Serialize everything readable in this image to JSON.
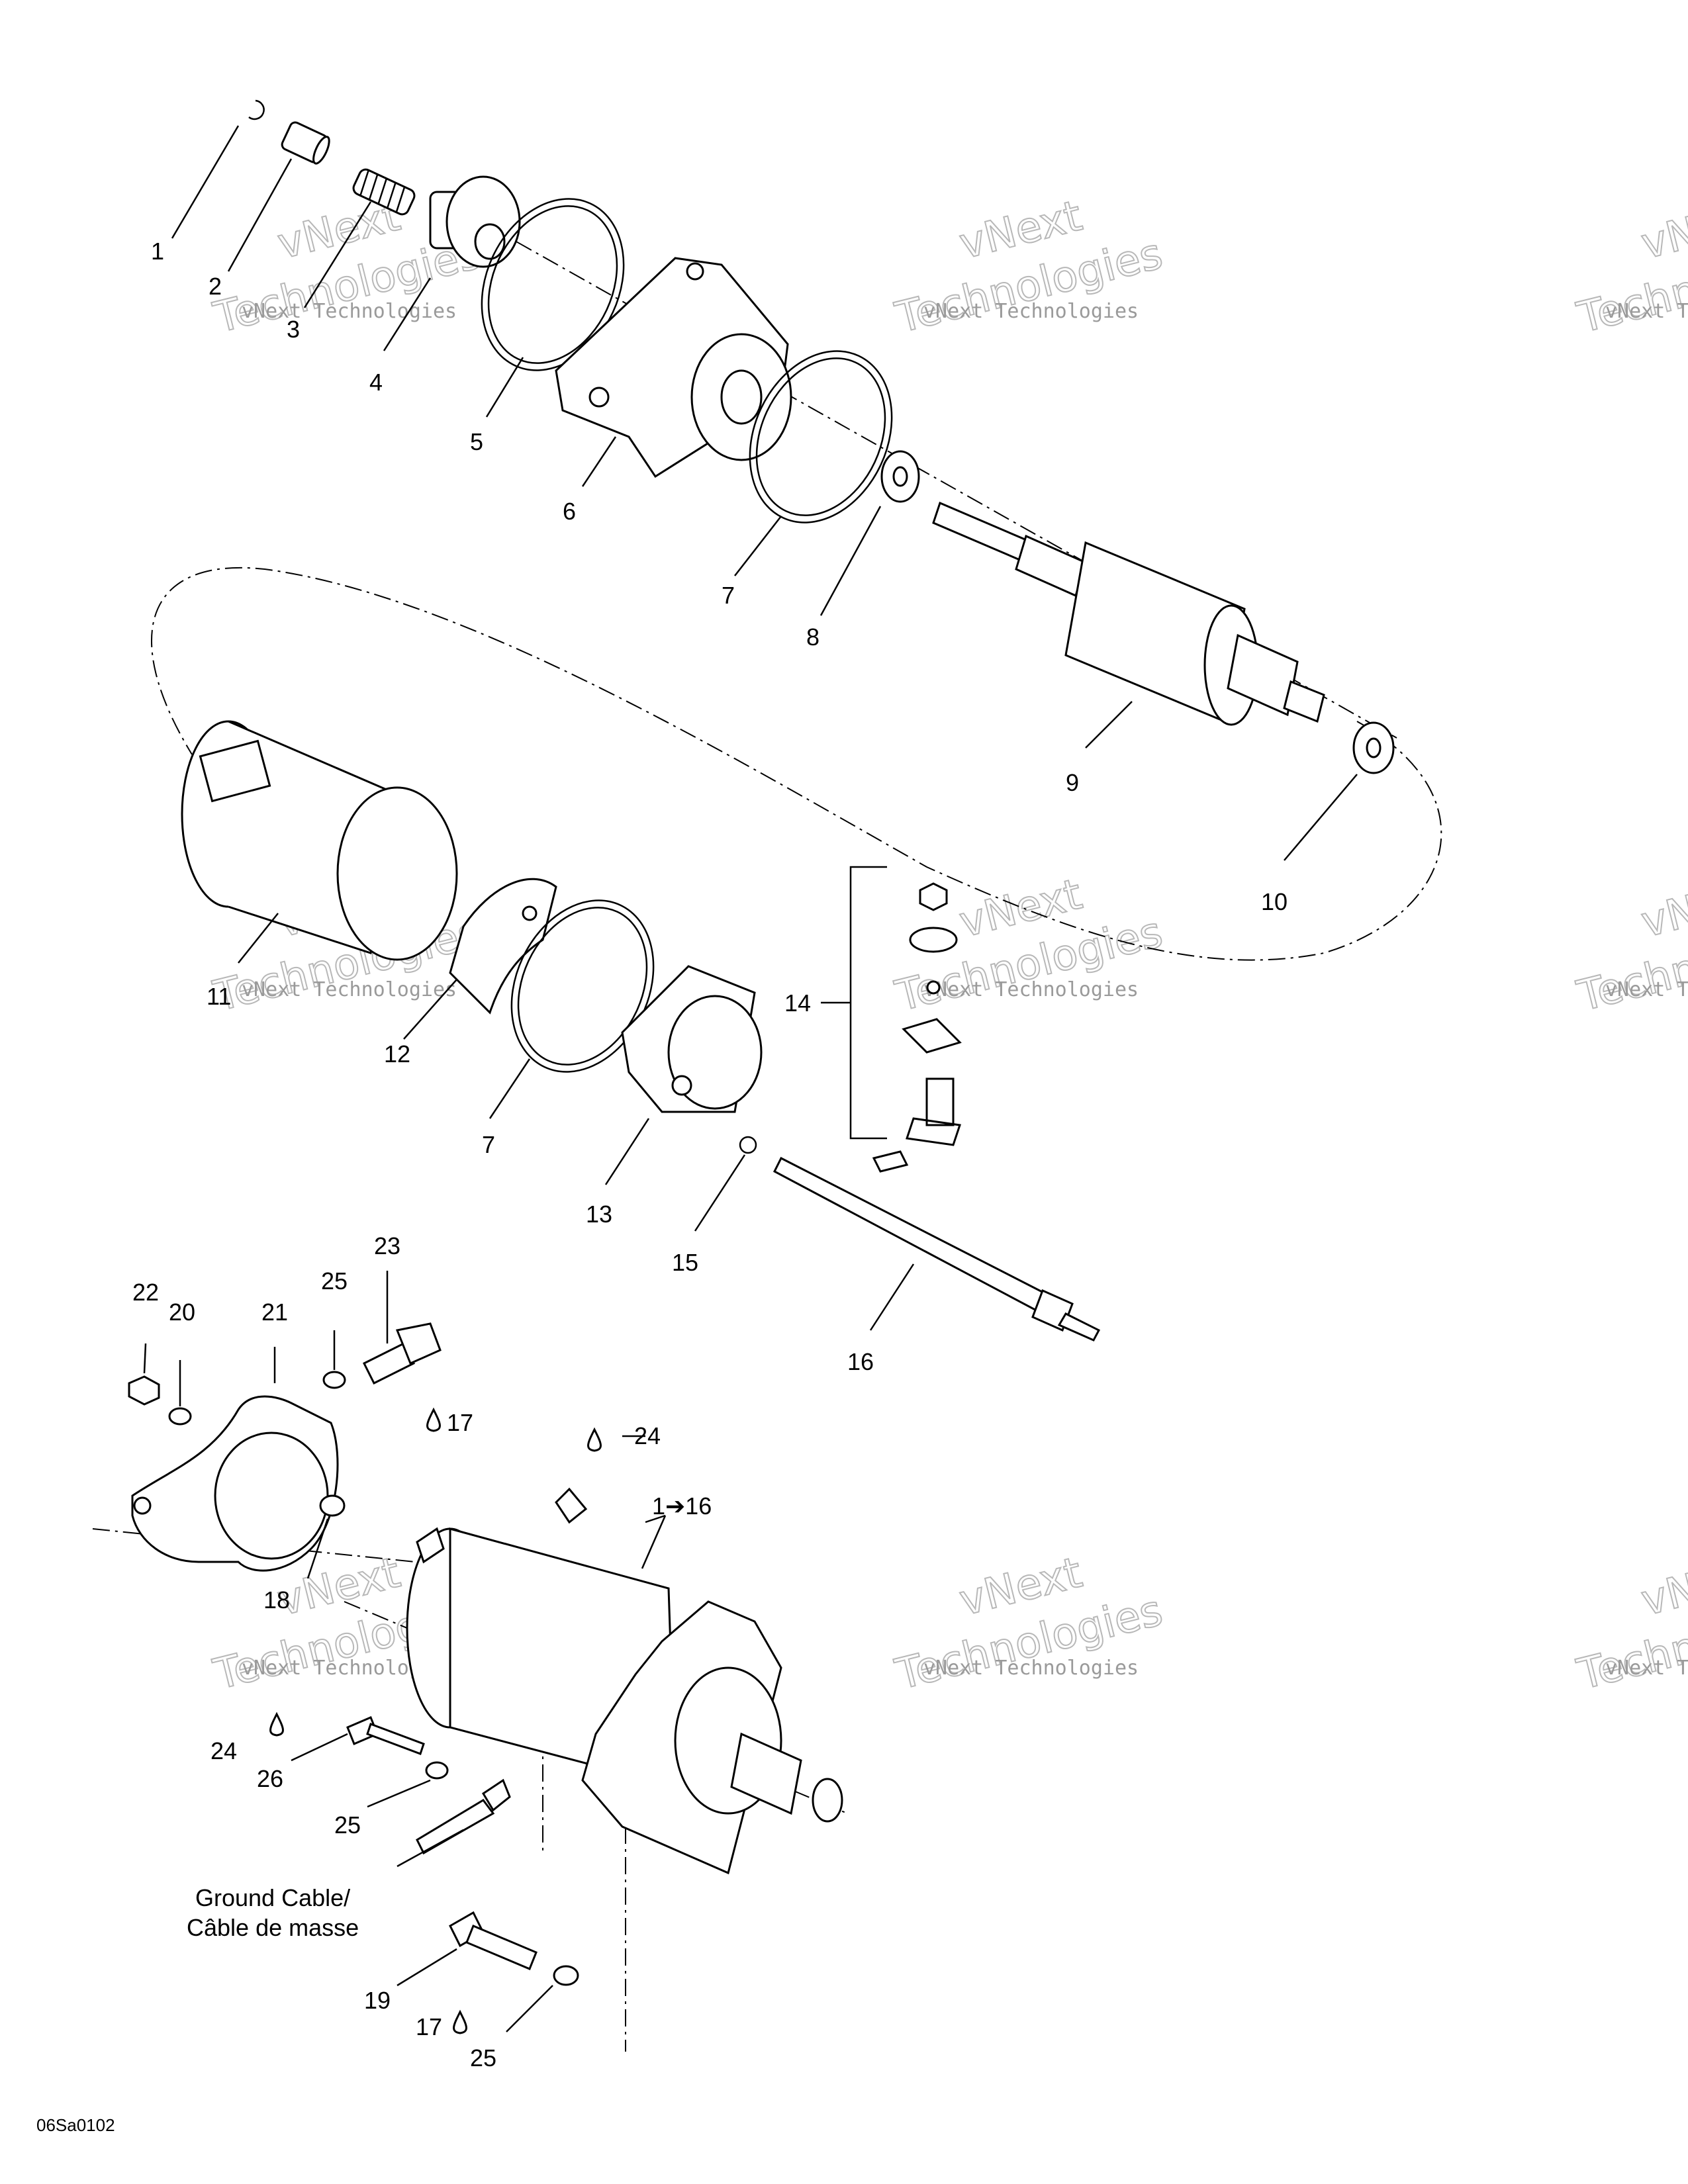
{
  "diagram_code": "06Sa0102",
  "watermark": {
    "line": "vNext Technologies",
    "brand_top": "vNext",
    "brand_bottom": "Technologies"
  },
  "callouts": {
    "c1": "1",
    "c2": "2",
    "c3": "3",
    "c4": "4",
    "c5": "5",
    "c6": "6",
    "c7a": "7",
    "c8": "8",
    "c9": "9",
    "c10": "10",
    "c11": "11",
    "c12": "12",
    "c7b": "7",
    "c13": "13",
    "c14": "14",
    "c15": "15",
    "c16": "16",
    "c22": "22",
    "c20": "20",
    "c21": "21",
    "c25a": "25",
    "c23": "23",
    "c17a": "17",
    "c24a": "24",
    "c1to16": "1➔16",
    "c18": "18",
    "c24b": "24",
    "c26": "26",
    "c25b": "25",
    "c19": "19",
    "c17b": "17",
    "c25c": "25"
  },
  "ground_cable": {
    "line1": "Ground Cable/",
    "line2": "Câble de masse"
  },
  "colors": {
    "ink": "#000000",
    "watermark": "#9a9a9a",
    "background": "#ffffff"
  }
}
